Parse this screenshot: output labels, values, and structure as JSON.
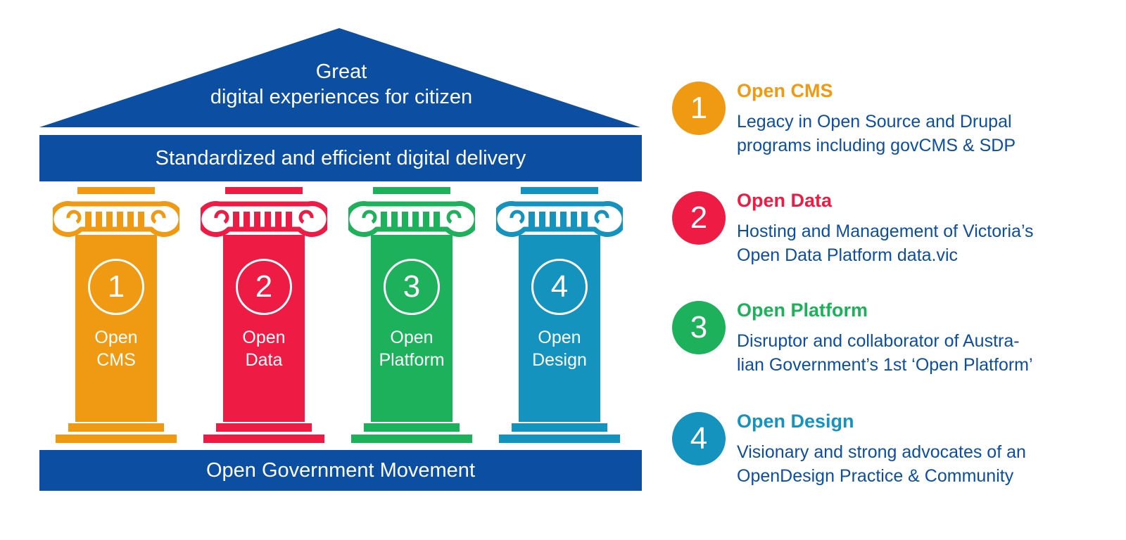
{
  "colors": {
    "navy": "#0b4ea2",
    "orange": "#ef9a12",
    "red": "#ee1c45",
    "green": "#1cb15a",
    "teal": "#1593bf"
  },
  "roof": {
    "line1": "Great",
    "line2": "digital experiences for citizen"
  },
  "entablature": {
    "label": "Standardized and efficient digital delivery"
  },
  "foundation": {
    "label": "Open Government Movement"
  },
  "pillars": [
    {
      "number": "1",
      "line1": "Open",
      "line2": "CMS",
      "color": "#ef9a12"
    },
    {
      "number": "2",
      "line1": "Open",
      "line2": "Data",
      "color": "#ee1c45"
    },
    {
      "number": "3",
      "line1": "Open",
      "line2": "Platform",
      "color": "#1cb15a"
    },
    {
      "number": "4",
      "line1": "Open",
      "line2": "Design",
      "color": "#1593bf"
    }
  ],
  "legend": [
    {
      "number": "1",
      "title": "Open CMS",
      "desc1": "Legacy in Open Source and Drupal",
      "desc2": "programs including govCMS & SDP",
      "color": "#ef9a12"
    },
    {
      "number": "2",
      "title": "Open Data",
      "desc1": "Hosting and Management of Victoria’s",
      "desc2": "Open Data Platform data.vic",
      "color": "#ee1c45"
    },
    {
      "number": "3",
      "title": "Open Platform",
      "desc1": "Disruptor and collaborator of Austra-",
      "desc2": "lian Government’s 1st ‘Open Platform’",
      "color": "#1cb15a"
    },
    {
      "number": "4",
      "title": "Open Design",
      "desc1": "Visionary and strong advocates of an",
      "desc2": "OpenDesign Practice & Community",
      "color": "#1593bf"
    }
  ]
}
